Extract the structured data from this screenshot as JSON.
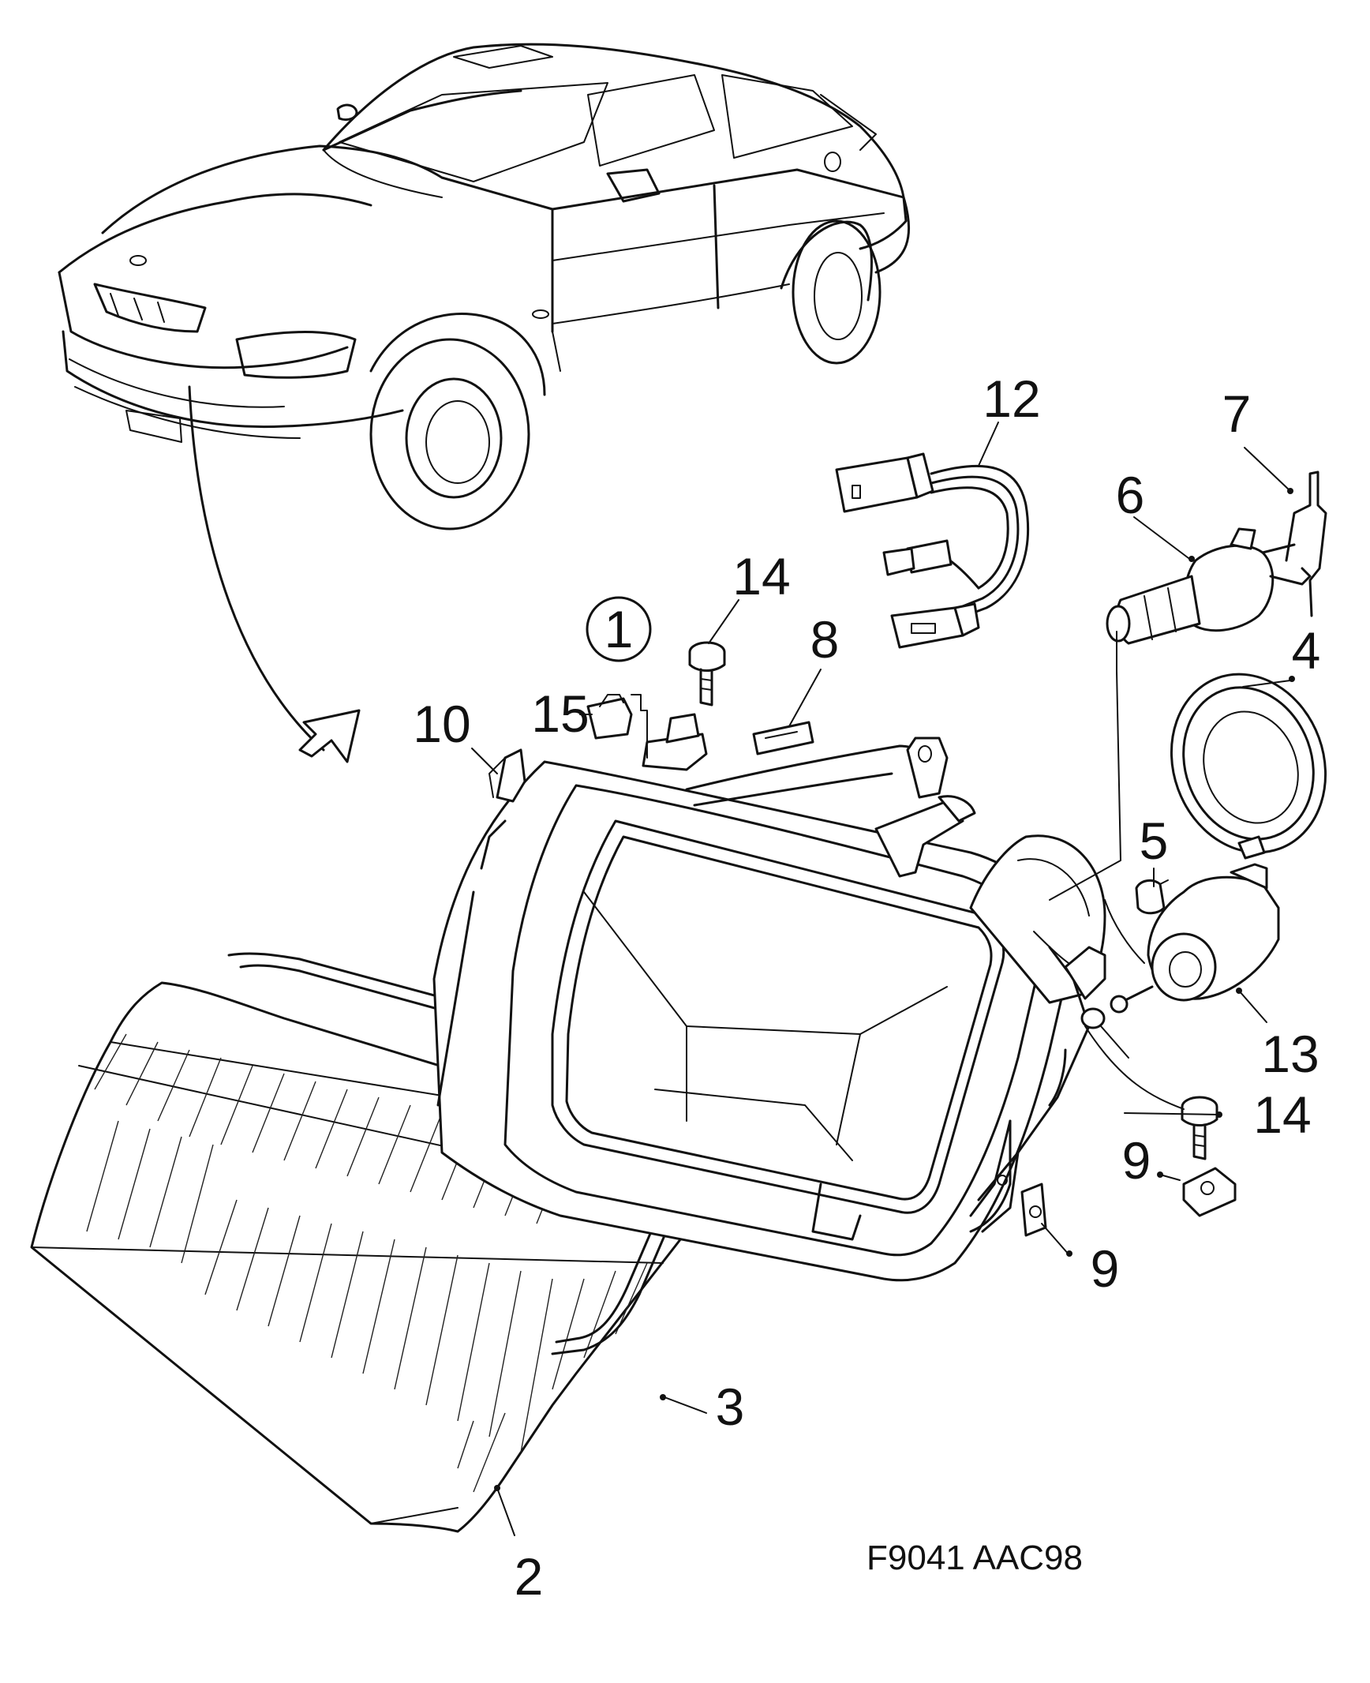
{
  "diagram": {
    "figure_code": "F9041 AAC98",
    "callouts": [
      {
        "id": "1",
        "text": "1",
        "circled": true
      },
      {
        "id": "2",
        "text": "2"
      },
      {
        "id": "3",
        "text": "3"
      },
      {
        "id": "4",
        "text": "4"
      },
      {
        "id": "5",
        "text": "5"
      },
      {
        "id": "6",
        "text": "6"
      },
      {
        "id": "7",
        "text": "7"
      },
      {
        "id": "8",
        "text": "8"
      },
      {
        "id": "9a",
        "text": "9"
      },
      {
        "id": "9b",
        "text": "9"
      },
      {
        "id": "10",
        "text": "10"
      },
      {
        "id": "12",
        "text": "12"
      },
      {
        "id": "13",
        "text": "13"
      },
      {
        "id": "14a",
        "text": "14"
      },
      {
        "id": "14b",
        "text": "14"
      },
      {
        "id": "15",
        "text": "15"
      }
    ]
  }
}
